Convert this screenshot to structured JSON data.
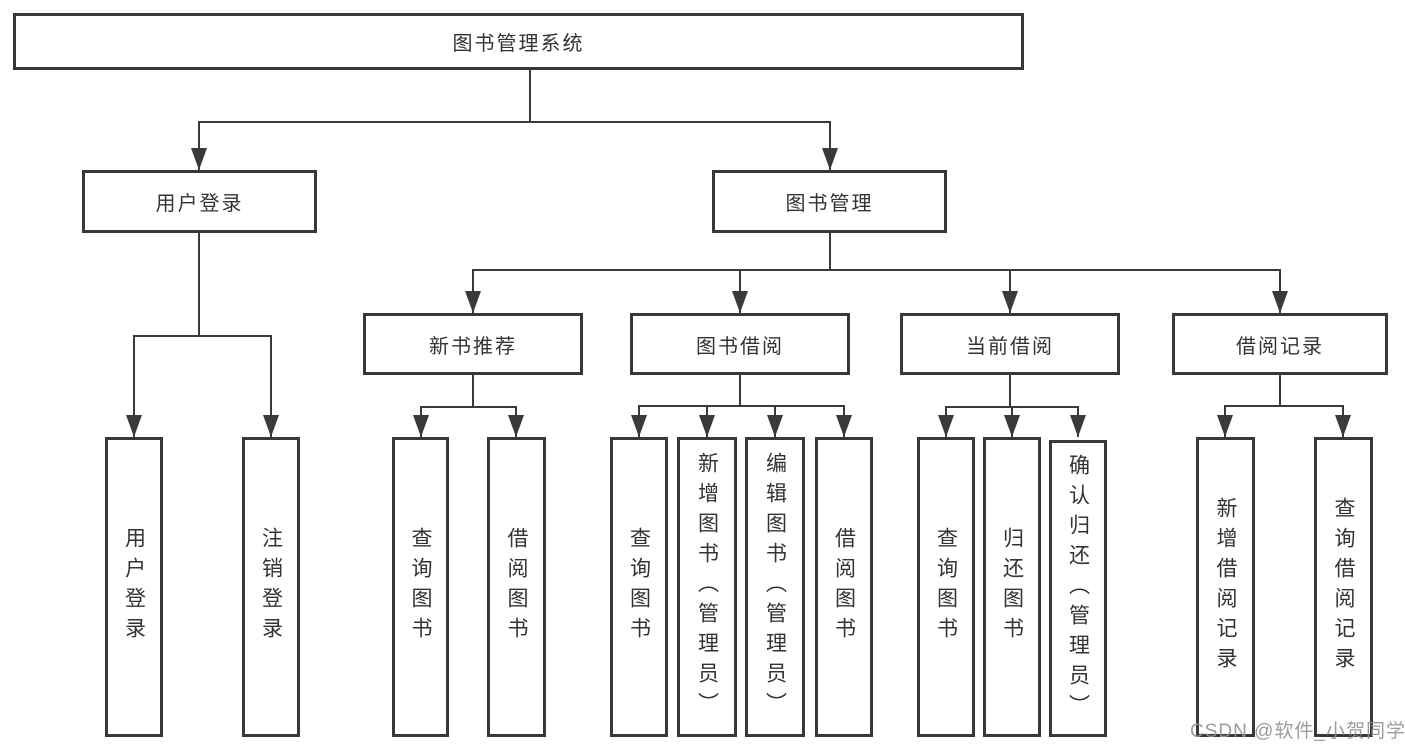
{
  "nodes": {
    "root": "图书管理系统",
    "user_login": "用户登录",
    "book_management": "图书管理",
    "new_book_recommend": "新书推荐",
    "book_borrow": "图书借阅",
    "current_borrow": "当前借阅",
    "borrow_record": "借阅记录",
    "leaf_user_login": "用户登录",
    "leaf_logout": "注销登录",
    "leaf_query_book_a": "查询图书",
    "leaf_borrow_book_a": "借阅图书",
    "leaf_query_book_b": "查询图书",
    "leaf_add_book": "新增图书（管理员）",
    "leaf_edit_book": "编辑图书（管理员）",
    "leaf_borrow_book_b": "借阅图书",
    "leaf_query_book_c": "查询图书",
    "leaf_return_book": "归还图书",
    "leaf_confirm_return": "确认归还（管理员）",
    "leaf_add_borrow_record": "新增借阅记录",
    "leaf_query_borrow_record": "查询借阅记录"
  },
  "watermark": "CSDN @软件_小贺同学",
  "colors": {
    "line": "#3a3a3a",
    "text": "#333333",
    "watermark": "#949494"
  }
}
